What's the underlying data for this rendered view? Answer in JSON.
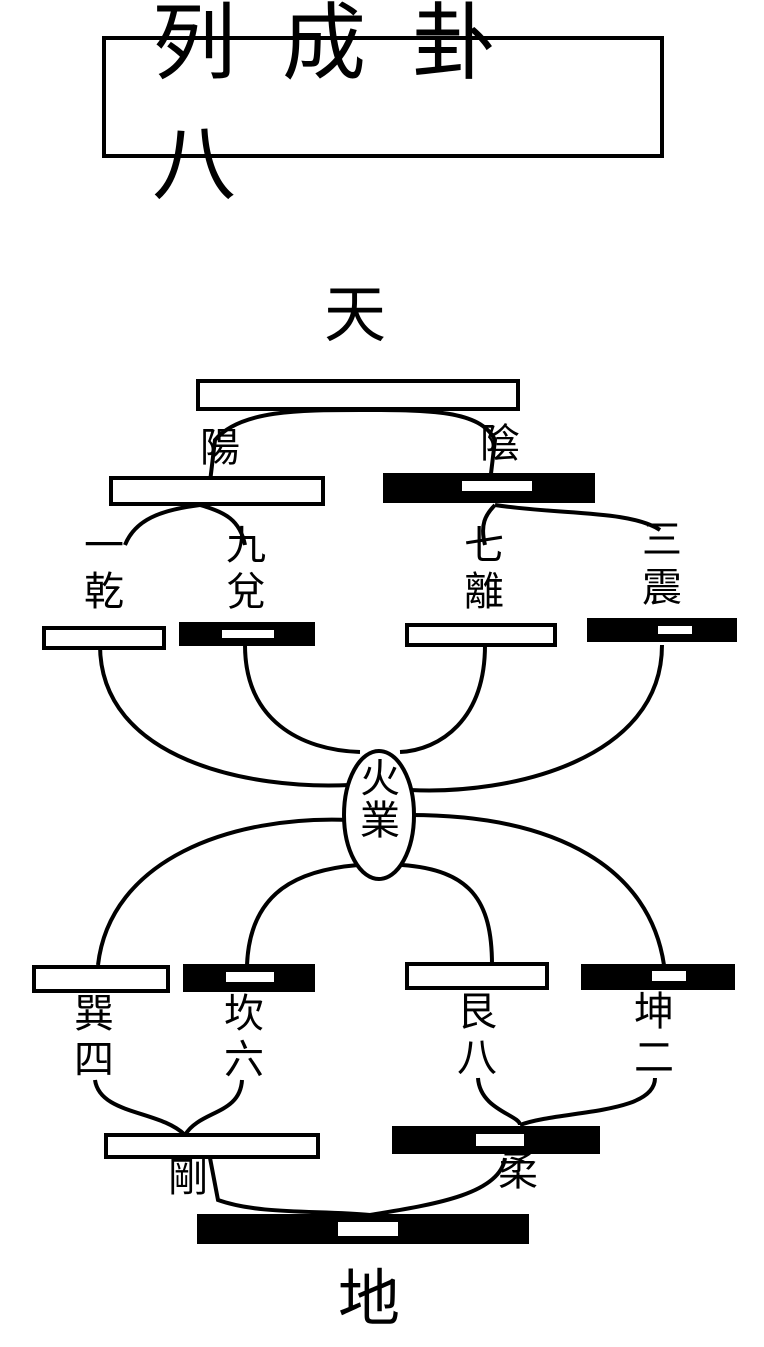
{
  "title": "列成卦八",
  "top_label": "天",
  "bottom_label": "地",
  "center_label": "火業",
  "level2_labels": {
    "left": "陽",
    "right": "陰"
  },
  "upper_trigram_labels": [
    {
      "name": "乾",
      "number": "一"
    },
    {
      "name": "兌",
      "number": "九"
    },
    {
      "name": "離",
      "number": "七"
    },
    {
      "name": "震",
      "number": "三"
    }
  ],
  "lower_trigram_labels": [
    {
      "name": "巽",
      "number": "四"
    },
    {
      "name": "坎",
      "number": "六"
    },
    {
      "name": "艮",
      "number": "八"
    },
    {
      "name": "坤",
      "number": "二"
    }
  ],
  "lower_level2_labels": {
    "left": "剛",
    "right": "柔"
  },
  "colors": {
    "ink": "#000000",
    "paper": "#ffffff"
  }
}
